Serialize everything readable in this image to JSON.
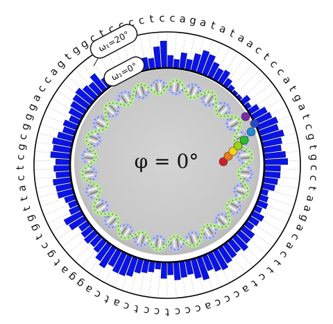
{
  "center_label": "φ = 0°",
  "annotations": {
    "omega_outer": "ω₁=20°",
    "omega_inner": "ω₁=0°"
  },
  "colors": {
    "bar": "#0a14e6",
    "bar_edge": "#000066",
    "strand_a": "#b6bdf0",
    "strand_b": "#b8ea98",
    "histone_core": "#c8c8c8",
    "ring": "#000000",
    "highlight_beads": [
      "#d0202a",
      "#f07a18",
      "#f5d21a",
      "#9ad21a",
      "#28c028",
      "#1a8cd8",
      "#2848c8",
      "#7a28a8"
    ]
  },
  "sequence": "cagatataactccatgatcgtgcctaagacacttctacccaccctcctcatcaggatgctggttactcgcgggaccagtggctcccctc",
  "chart_data": {
    "type": "polar-bar",
    "start_angle_deg": -90,
    "direction": "clockwise",
    "rmax": 20,
    "values": [
      7,
      5,
      9,
      6,
      10,
      13,
      12,
      9,
      7,
      8,
      5,
      3,
      2,
      2,
      5,
      3,
      6,
      9,
      10,
      12,
      11,
      13,
      11,
      10,
      12,
      13,
      9,
      9,
      8,
      7,
      4,
      5,
      6,
      4,
      7,
      6,
      5,
      8,
      8,
      10,
      8,
      9,
      10,
      12,
      11,
      9,
      13,
      11,
      8,
      9,
      10,
      7,
      9,
      4,
      6,
      7,
      8,
      11,
      12,
      12,
      10,
      13,
      11,
      8,
      7,
      8,
      7,
      6,
      10,
      11,
      6,
      5,
      6,
      9,
      9,
      10,
      8,
      9,
      8,
      11,
      10,
      11,
      9,
      7,
      8,
      6,
      8,
      9,
      10,
      11,
      9,
      8,
      11,
      6,
      6,
      7,
      5,
      5,
      6,
      4,
      7,
      6,
      12,
      15
    ]
  }
}
